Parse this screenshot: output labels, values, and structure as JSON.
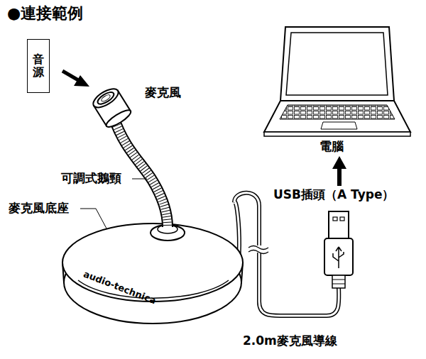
{
  "diagram": {
    "title": "●連接範例",
    "nodes": [
      {
        "text": [
          "音源"
        ]
      }
    ],
    "labels": [
      "麥克風",
      "可調式鵝頸",
      "麥克風底座",
      "audio-technica",
      "電腦",
      "USB插頭（A Type）",
      "2.0m麥克風導線"
    ]
  }
}
